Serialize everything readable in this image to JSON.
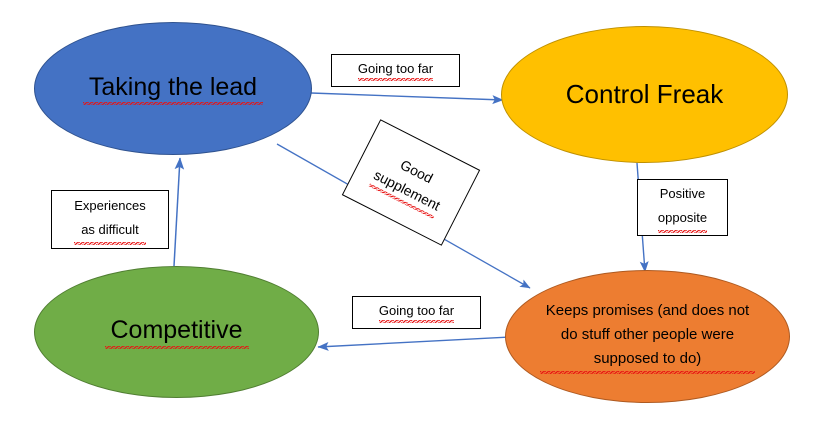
{
  "diagram": {
    "title": "Taking the lead / Control Freak / Competitive / Keeps promises relationship diagram",
    "background_color": "#FFFFFF",
    "connector_color": "#4472C4",
    "spellcheck_underline_color": "#E81313",
    "nodes": [
      {
        "id": "taking-the-lead",
        "label": "Taking the lead",
        "fill": "#4472C4",
        "stroke": "#2F528F",
        "font_size": 25,
        "spellcheck": true
      },
      {
        "id": "control-freak",
        "label": "Control Freak",
        "fill": "#FFC000",
        "stroke": "#BF9000",
        "font_size": 26,
        "spellcheck": false
      },
      {
        "id": "competitive",
        "label": "Competitive",
        "fill": "#70AD47",
        "stroke": "#507E32",
        "font_size": 25,
        "spellcheck": true
      },
      {
        "id": "keeps-promises",
        "label": "Keeps promises (and does not\ndo stuff other people were\nsupposed to do)",
        "fill": "#ED7D31",
        "stroke": "#AE5A21",
        "font_size": 15,
        "spellcheck": true
      }
    ],
    "edge_labels": [
      {
        "id": "going-too-far-top",
        "text": "Going too far",
        "rotation_deg": 0,
        "font_size": 13
      },
      {
        "id": "good-supplement",
        "text": "Good\nsupplement",
        "rotation_deg": 27,
        "font_size": 14
      },
      {
        "id": "positive-opposite",
        "text": "Positive\nopposite",
        "rotation_deg": 0,
        "font_size": 13
      },
      {
        "id": "experiences-as-difficult",
        "text": "Experiences\nas difficult",
        "rotation_deg": 0,
        "font_size": 13
      },
      {
        "id": "going-too-far-bottom",
        "text": "Going too far",
        "rotation_deg": 0,
        "font_size": 13
      }
    ],
    "edges": [
      {
        "id": "lead-to-control-freak",
        "from": "taking-the-lead",
        "to": "control-freak",
        "label": "Going too far",
        "arrow": "end"
      },
      {
        "id": "lead-to-keeps-promises",
        "from": "taking-the-lead",
        "to": "keeps-promises",
        "label": "Good supplement",
        "arrow": "end"
      },
      {
        "id": "control-freak-to-keeps-promises",
        "from": "control-freak",
        "to": "keeps-promises",
        "label": "Positive opposite",
        "arrow": "end"
      },
      {
        "id": "keeps-promises-to-competitive",
        "from": "keeps-promises",
        "to": "competitive",
        "label": "Going too far",
        "arrow": "end"
      },
      {
        "id": "competitive-to-lead",
        "from": "competitive",
        "to": "taking-the-lead",
        "label": "Experiences as difficult",
        "arrow": "end"
      }
    ]
  }
}
